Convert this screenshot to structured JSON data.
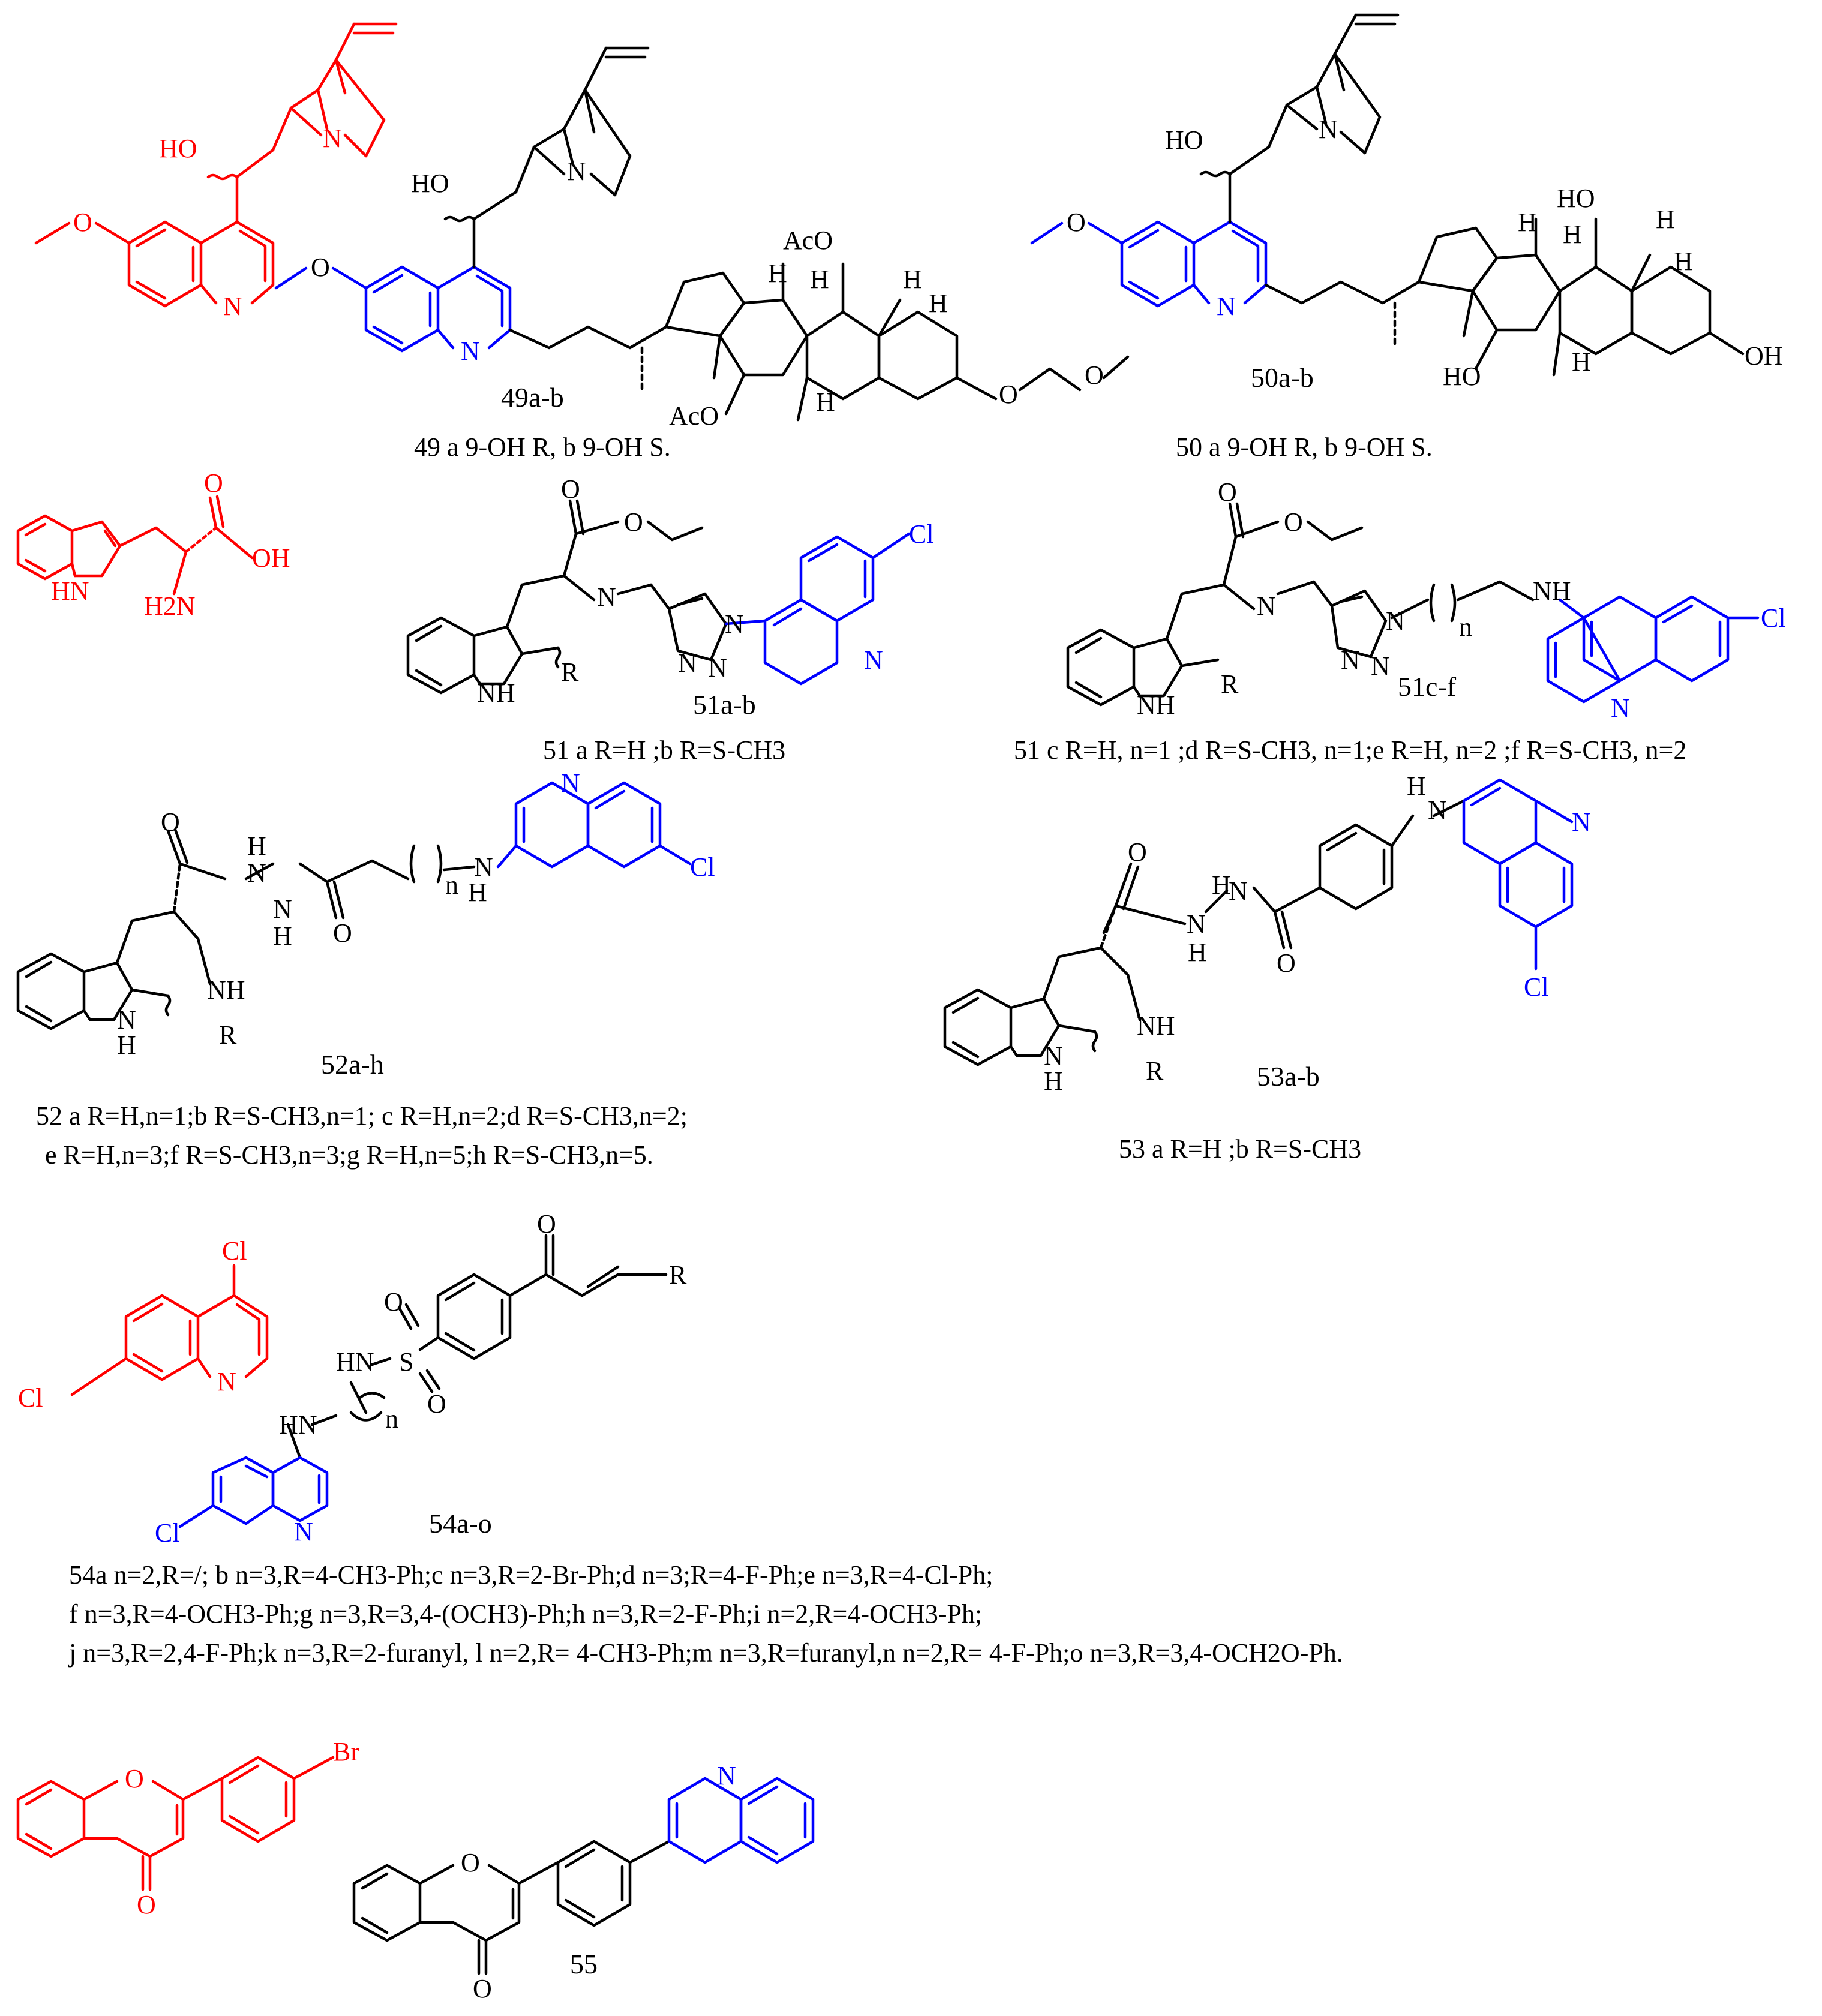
{
  "structures": {
    "s49": {
      "label": "49a-b",
      "caption": "49 a 9-OH R, b 9-OH S.",
      "atoms": {
        "ho": "HO",
        "methoxy": "O",
        "n1": "N",
        "n2": "N",
        "aco1": "AcO",
        "aco2": "AcO",
        "h1": "H",
        "h2": "H",
        "h3": "H",
        "h4": "H",
        "h5": "H",
        "o1": "O",
        "o2": "O"
      }
    },
    "s50": {
      "label": "50a-b",
      "caption": "50 a 9-OH R, b 9-OH S.",
      "atoms": {
        "ho": "HO",
        "methoxy": "O",
        "n1": "N",
        "n2": "N",
        "oh1": "HO",
        "oh2": "HO",
        "oh3": "OH",
        "h1": "H",
        "h2": "H",
        "h3": "H",
        "h4": "H",
        "h5": "H"
      }
    },
    "quinine_ref": {
      "atoms": {
        "ho": "HO",
        "methoxy": "O",
        "n1": "N",
        "n2": "N"
      }
    },
    "tryptophan": {
      "atoms": {
        "oh": "OH",
        "o": "O",
        "nh2": "H2N",
        "nh": "HN"
      }
    },
    "s51ab": {
      "label": "51a-b",
      "caption": "51 a R=H ;b R=S-CH3",
      "atoms": {
        "o1": "O",
        "o2": "O",
        "n": "N",
        "nh": "NH",
        "r": "R",
        "tn1": "N",
        "tn2": "N",
        "tn3": "N",
        "cl": "Cl",
        "qn": "N"
      }
    },
    "s51cf": {
      "label": "51c-f",
      "caption": "51 c R=H, n=1 ;d R=S-CH3, n=1;e R=H, n=2 ;f R=S-CH3, n=2",
      "atoms": {
        "o1": "O",
        "o2": "O",
        "n": "N",
        "nh": "NH",
        "r": "R",
        "tn1": "N",
        "tn2": "N",
        "tn3": "N",
        "n_idx": "n",
        "nh2": "NH",
        "cl": "Cl",
        "qn": "N"
      }
    },
    "s52": {
      "label": "52a-h",
      "caption1": "52 a R=H,n=1;b R=S-CH3,n=1; c R=H,n=2;d R=S-CH3,n=2;",
      "caption2": "e R=H,n=3;f R=S-CH3,n=3;g R=H,n=5;h R=S-CH3,n=5.",
      "atoms": {
        "o1": "O",
        "o2": "O",
        "hn1": "H",
        "n1": "N",
        "hn2": "H",
        "n2": "N",
        "n_idx": "n",
        "nh": "N",
        "h": "H",
        "qn": "N",
        "cl": "Cl",
        "nh_ring": "NH",
        "h_ind": "H",
        "n_ind": "N",
        "r": "R"
      }
    },
    "s53": {
      "label": "53a-b",
      "caption": "53 a R=H ;b R=S-CH3",
      "atoms": {
        "o1": "O",
        "o2": "O",
        "h1": "H",
        "n1": "N",
        "h2": "H",
        "n2": "N",
        "h3": "H",
        "n3": "N",
        "qn": "N",
        "cl": "Cl",
        "nh_ring": "NH",
        "h_ind": "H",
        "n_ind": "N",
        "r": "R"
      }
    },
    "dichloroquinoline": {
      "atoms": {
        "cl1": "Cl",
        "cl2": "Cl",
        "n": "N"
      }
    },
    "s54": {
      "label": "54a-o",
      "caption1": "54a n=2,R=/; b n=3,R=4-CH3-Ph;c n=3,R=2-Br-Ph;d n=3;R=4-F-Ph;e n=3,R=4-Cl-Ph;",
      "caption2": "f n=3,R=4-OCH3-Ph;g n=3,R=3,4-(OCH3)-Ph;h n=3,R=2-F-Ph;i n=2,R=4-OCH3-Ph;",
      "caption3": "j n=3,R=2,4-F-Ph;k n=3,R=2-furanyl, l n=2,R= 4-CH3-Ph;m n=3,R=furanyl,n n=2,R= 4-F-Ph;o n=3,R=3,4-OCH2O-Ph.",
      "atoms": {
        "o_ket": "O",
        "r": "R",
        "s": "S",
        "o1": "O",
        "o2": "O",
        "hn1": "HN",
        "hn2": "HN",
        "n_idx": "n",
        "cl": "Cl",
        "qn": "N"
      }
    },
    "bromoflavone": {
      "atoms": {
        "o_ring": "O",
        "o_ket": "O",
        "br": "Br"
      }
    },
    "s55": {
      "label": "55",
      "atoms": {
        "o_ring": "O",
        "o_ket": "O",
        "qn": "N"
      }
    }
  },
  "colors": {
    "black": "#000000",
    "red": "#ff0000",
    "blue": "#0000ff"
  }
}
